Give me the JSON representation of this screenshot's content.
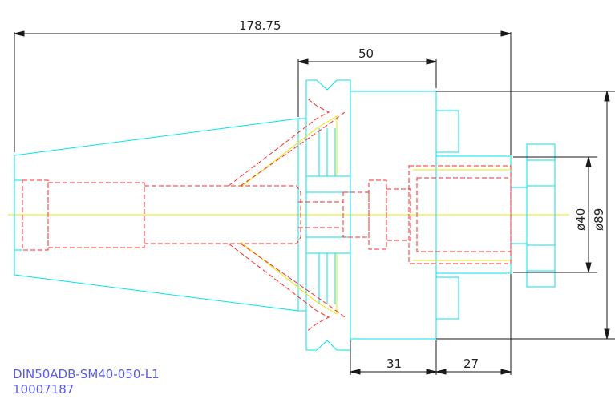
{
  "dimensions": {
    "overall_length": "178.75",
    "flange_length": "50",
    "body_length": "31",
    "nut_length": "27",
    "inner_diameter": "ø40",
    "outer_diameter": "ø89"
  },
  "caption": {
    "part_number": "DIN50ADB-SM40-050-L1",
    "article_number": "10007187"
  },
  "colors": {
    "outline": "#00e5ee",
    "hidden": "#ff2a2a",
    "centerline": "#e8e800",
    "dimension": "#1a1a1a",
    "caption": "#5a5ae8"
  }
}
